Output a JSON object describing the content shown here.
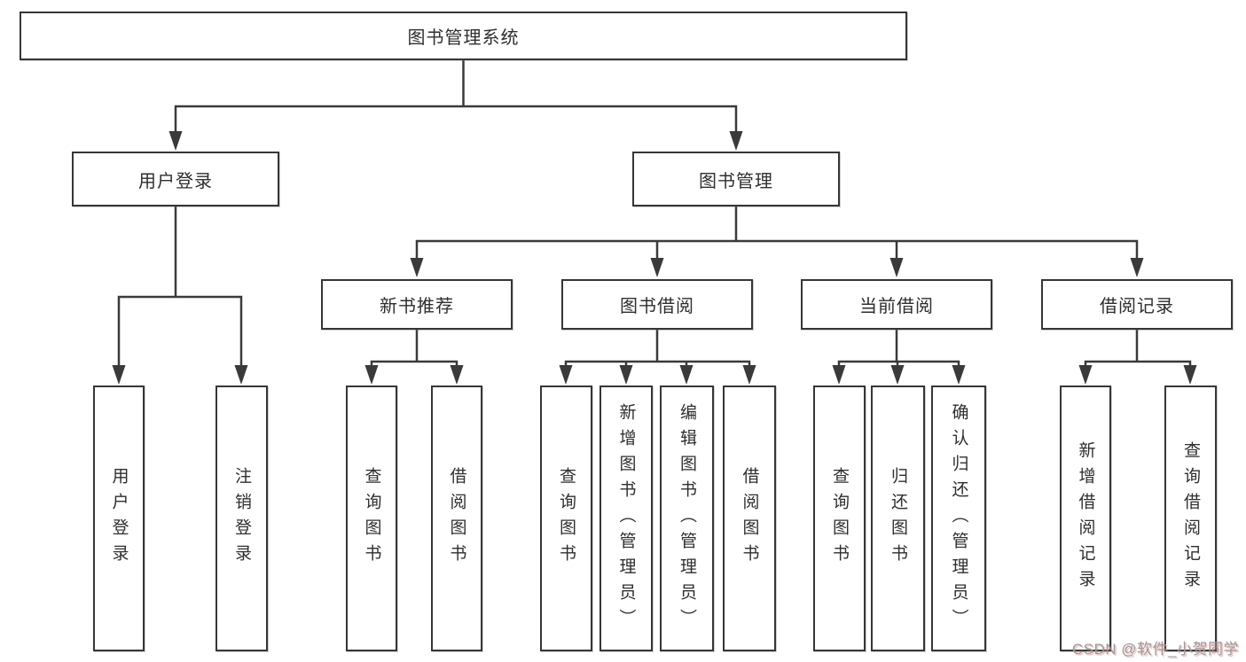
{
  "tree": {
    "root": {
      "label": "图书管理系统"
    },
    "branches": [
      {
        "label": "用户登录",
        "children": [
          {
            "label": "用户登录"
          },
          {
            "label": "注销登录"
          }
        ]
      },
      {
        "label": "图书管理",
        "sections": [
          {
            "label": "新书推荐",
            "children": [
              {
                "label": "查询图书"
              },
              {
                "label": "借阅图书"
              }
            ]
          },
          {
            "label": "图书借阅",
            "children": [
              {
                "label": "查询图书"
              },
              {
                "label": "新增图书（管理员）"
              },
              {
                "label": "编辑图书（管理员）"
              },
              {
                "label": "借阅图书"
              }
            ]
          },
          {
            "label": "当前借阅",
            "children": [
              {
                "label": "查询图书"
              },
              {
                "label": "归还图书"
              },
              {
                "label": "确认归还（管理员）"
              }
            ]
          },
          {
            "label": "借阅记录",
            "children": [
              {
                "label": "新增借阅记录"
              },
              {
                "label": "查询借阅记录"
              }
            ]
          }
        ]
      }
    ]
  },
  "watermark": {
    "text": "CSDN @软件_小贺同学"
  },
  "colors": {
    "line": "#3a3a3a",
    "box_border": "#363636",
    "text": "#2e2e2e",
    "watermark_gray": "#9b9b9b"
  }
}
